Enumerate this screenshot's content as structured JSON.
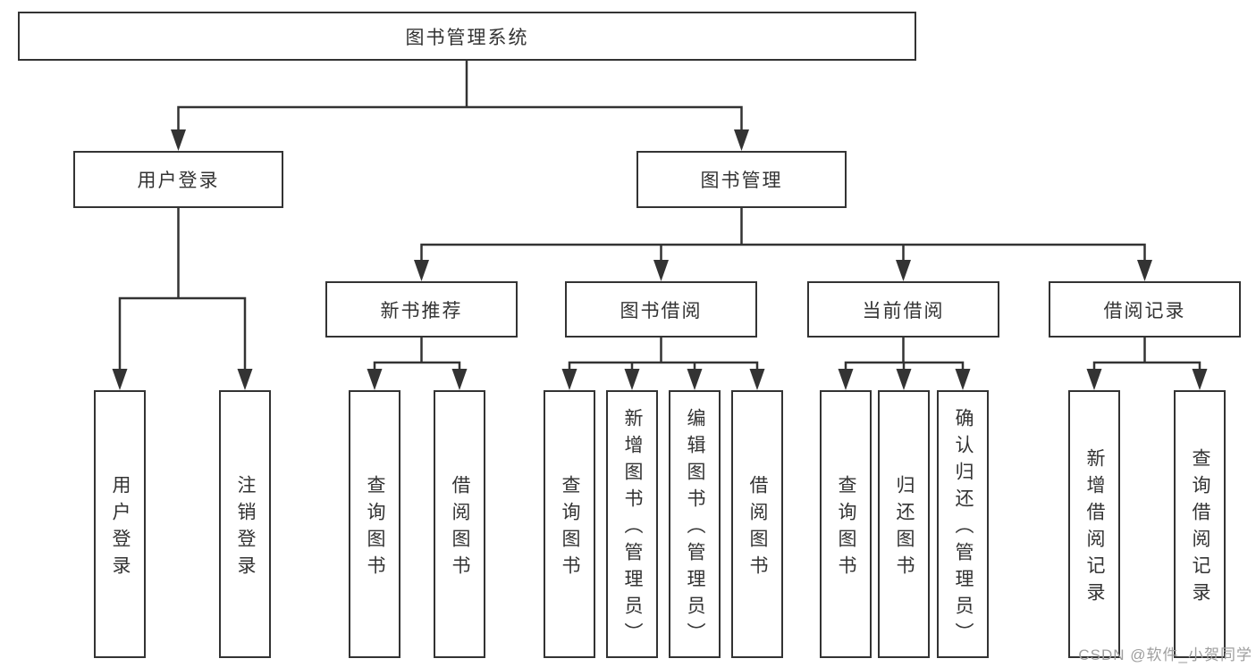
{
  "diagram": {
    "root": {
      "label": "图书管理系统"
    },
    "login": {
      "label": "用户登录",
      "children": [
        {
          "label": "用户登录"
        },
        {
          "label": "注销登录"
        }
      ]
    },
    "management": {
      "label": "图书管理",
      "sections": [
        {
          "label": "新书推荐",
          "children": [
            {
              "label": "查询图书"
            },
            {
              "label": "借阅图书"
            }
          ]
        },
        {
          "label": "图书借阅",
          "children": [
            {
              "label": "查询图书"
            },
            {
              "label": "新增图书（管理员）"
            },
            {
              "label": "编辑图书（管理员）"
            },
            {
              "label": "借阅图书"
            }
          ]
        },
        {
          "label": "当前借阅",
          "children": [
            {
              "label": "查询图书"
            },
            {
              "label": "归还图书"
            },
            {
              "label": "确认归还（管理员）"
            }
          ]
        },
        {
          "label": "借阅记录",
          "children": [
            {
              "label": "新增借阅记录"
            },
            {
              "label": "查询借阅记录"
            }
          ]
        }
      ]
    }
  },
  "watermark": {
    "text": "CSDN @软件_小贺同学"
  },
  "colors": {
    "line": "#333333",
    "text": "#333333",
    "box_background": "#ffffff",
    "watermark": "#9e9e9e",
    "background": "#ffffff"
  }
}
